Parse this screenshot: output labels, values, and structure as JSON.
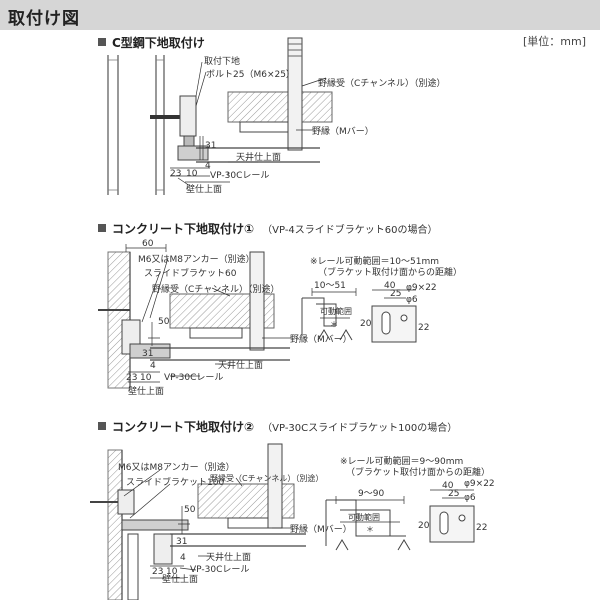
{
  "header": {
    "title": "取付け図",
    "unit": "[単位：mm]"
  },
  "section1": {
    "title": "C型鋼下地取付け",
    "labels": {
      "bracket": "取付下地",
      "bolt": "ボルト25（M6×25）",
      "channel": "野縁受（Cチャンネル）（別途）",
      "mbar": "野縁（Mバー）",
      "ceiling": "天井仕上面",
      "rail": "VP-30Cレール",
      "wall": "壁仕上面"
    },
    "dims": {
      "d31": "31",
      "d23": "23",
      "d10": "10",
      "d4": "4"
    }
  },
  "section2": {
    "title": "コンクリート下地取付け①",
    "note": "（VP-4スライドブラケット60の場合）",
    "labels": {
      "anchor": "M6又はM8アンカー（別途）",
      "slide": "スライドブラケット60",
      "channel": "野縁受（Cチャンネル）（別途）",
      "mbar": "野縁（Mバー）",
      "ceiling": "天井仕上面",
      "rail": "VP-30Cレール",
      "wall": "壁仕上面",
      "range1": "※レール可動範囲＝10～51mm",
      "range2": "（ブラケット取付け面からの距離）",
      "movable": "可動範囲",
      "asterisk": "＊"
    },
    "dims": {
      "d60": "60",
      "d50": "50",
      "d31": "31",
      "d23": "23",
      "d10": "10",
      "d4": "4",
      "span": "10～51",
      "w40": "40",
      "w25": "25",
      "h20": "20",
      "h22": "22",
      "slot": "φ9×22",
      "hole": "φ6"
    }
  },
  "section3": {
    "title": "コンクリート下地取付け②",
    "note": "（VP-30Cスライドブラケット100の場合）",
    "labels": {
      "anchor": "M6又はM8アンカー（別途）",
      "slide": "スライドブラケット100",
      "channel": "野縁受（Cチャンネル）（別途）",
      "mbar": "野縁（Mバー）",
      "ceiling": "天井仕上面",
      "rail": "VP-30Cレール",
      "wall": "壁仕上面",
      "range1": "※レール可動範囲＝9～90mm",
      "range2": "（ブラケット取付け面からの距離）",
      "movable": "可動範囲",
      "asterisk": "＊"
    },
    "dims": {
      "d50": "50",
      "d31": "31",
      "d23": "23",
      "d10": "10",
      "d4": "4",
      "span": "9～90",
      "w40": "40",
      "w25": "25",
      "h20": "20",
      "h22": "22",
      "slot": "φ9×22",
      "hole": "φ6"
    }
  }
}
